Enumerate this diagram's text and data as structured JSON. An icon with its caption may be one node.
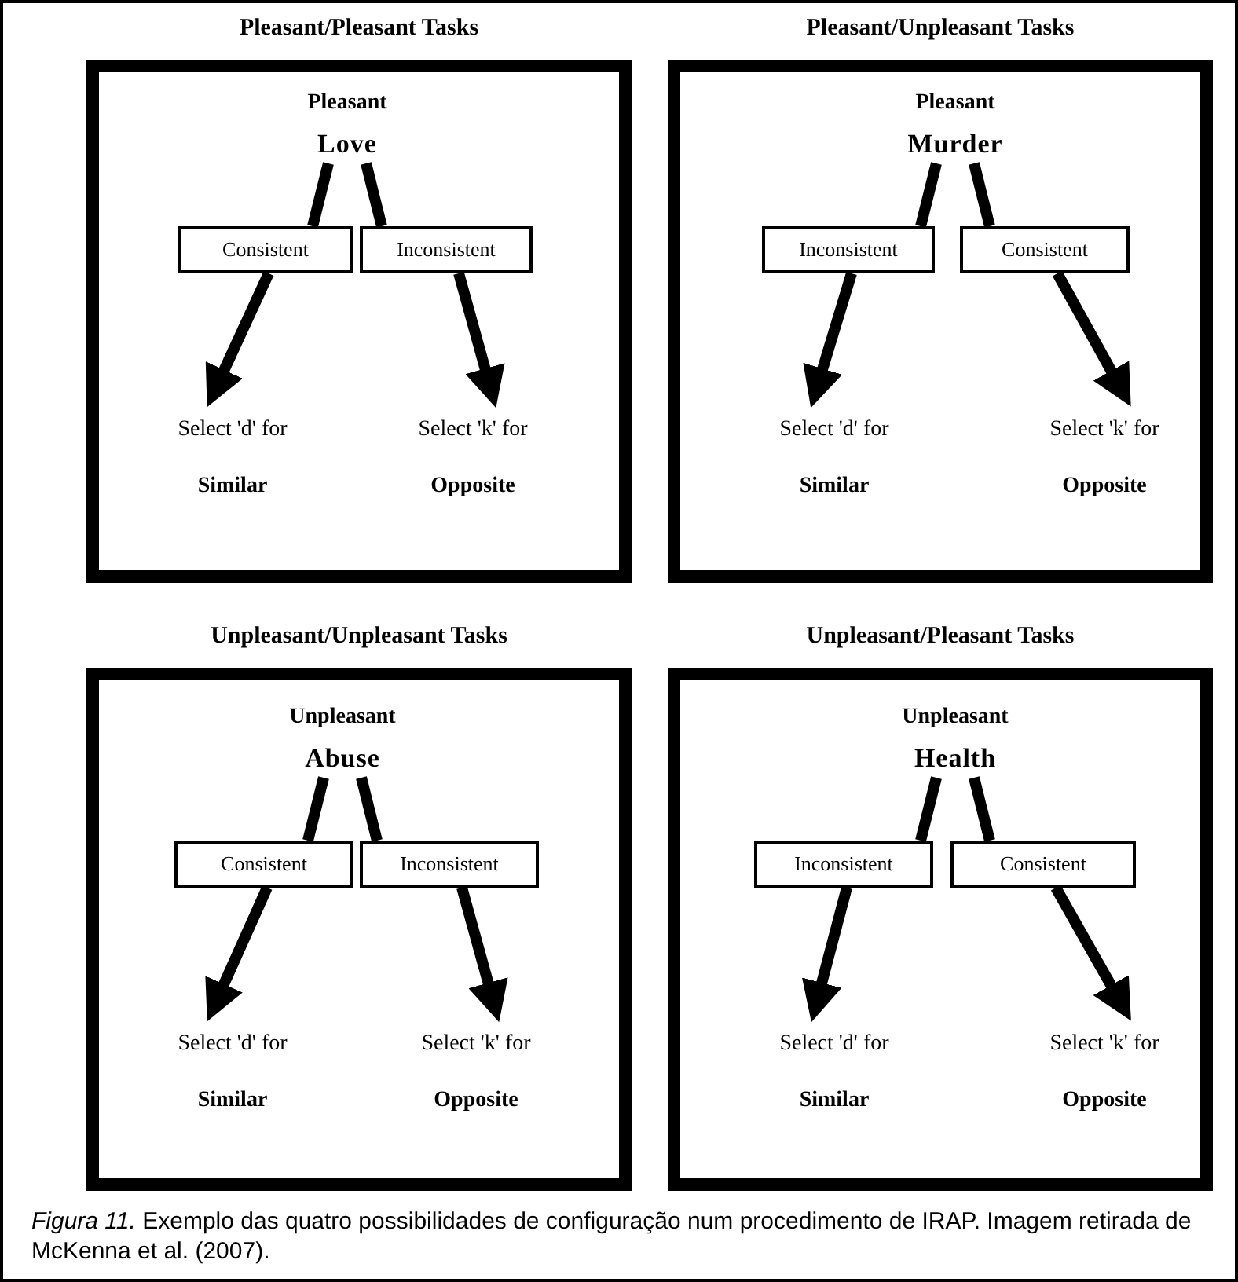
{
  "diagram": {
    "caption": "*Figura 11.* Exemplo das quatro possibilidades de configuração num procedimento de IRAP. Imagem retirada de McKenna et al. (2007).",
    "nodes": [
      {
        "text": [
          "Pleasant/Pleasant Tasks"
        ]
      },
      {
        "text": [
          "Pleasant",
          "Love"
        ],
        "in": 0
      },
      {
        "text": [
          "Consistent"
        ],
        "in": 0
      },
      {
        "text": [
          "Inconsistent"
        ],
        "in": 0
      },
      {
        "text": [
          "Select 'd' for",
          "Similar"
        ],
        "in": 0
      },
      {
        "text": [
          "Select 'k' for",
          "Opposite"
        ],
        "in": 0
      },
      {
        "text": [
          "Pleasant/Unpleasant Tasks"
        ]
      },
      {
        "text": [
          "Pleasant",
          "Murder"
        ],
        "in": 6
      },
      {
        "text": [
          "Inconsistent"
        ],
        "in": 6
      },
      {
        "text": [
          "Consistent"
        ],
        "in": 6
      },
      {
        "text": [
          "Select 'd' for",
          "Similar"
        ],
        "in": 6
      },
      {
        "text": [
          "Select 'k' for",
          "Opposite"
        ],
        "in": 6
      },
      {
        "text": [
          "Unpleasant/Unpleasant Tasks"
        ]
      },
      {
        "text": [
          "Unpleasant",
          "Abuse"
        ],
        "in": 12
      },
      {
        "text": [
          "Consistent"
        ],
        "in": 12
      },
      {
        "text": [
          "Inconsistent"
        ],
        "in": 12
      },
      {
        "text": [
          "Select 'd' for",
          "Similar"
        ],
        "in": 12
      },
      {
        "text": [
          "Select 'k' for",
          "Opposite"
        ],
        "in": 12
      },
      {
        "text": [
          "Unpleasant/Pleasant Tasks"
        ]
      },
      {
        "text": [
          "Unpleasant",
          "Health"
        ],
        "in": 18
      },
      {
        "text": [
          "Inconsistent"
        ],
        "in": 18
      },
      {
        "text": [
          "Consistent"
        ],
        "in": 18
      },
      {
        "text": [
          "Select 'd' for",
          "Similar"
        ],
        "in": 18
      },
      {
        "text": [
          "Select 'k' for",
          "Opposite"
        ],
        "in": 18
      }
    ],
    "edges": [
      {
        "from": 1,
        "to": 2,
        "arrow": "none"
      },
      {
        "from": 1,
        "to": 3,
        "arrow": "none"
      },
      {
        "from": 2,
        "to": 4,
        "arrow": "to"
      },
      {
        "from": 3,
        "to": 5,
        "arrow": "to"
      },
      {
        "from": 7,
        "to": 8,
        "arrow": "none"
      },
      {
        "from": 7,
        "to": 9,
        "arrow": "none"
      },
      {
        "from": 8,
        "to": 10,
        "arrow": "to"
      },
      {
        "from": 9,
        "to": 11,
        "arrow": "to"
      },
      {
        "from": 13,
        "to": 14,
        "arrow": "none"
      },
      {
        "from": 13,
        "to": 15,
        "arrow": "none"
      },
      {
        "from": 14,
        "to": 16,
        "arrow": "to"
      },
      {
        "from": 15,
        "to": 17,
        "arrow": "to"
      },
      {
        "from": 19,
        "to": 20,
        "arrow": "none"
      },
      {
        "from": 19,
        "to": 21,
        "arrow": "none"
      },
      {
        "from": 20,
        "to": 22,
        "arrow": "to"
      },
      {
        "from": 21,
        "to": 23,
        "arrow": "to"
      }
    ]
  }
}
